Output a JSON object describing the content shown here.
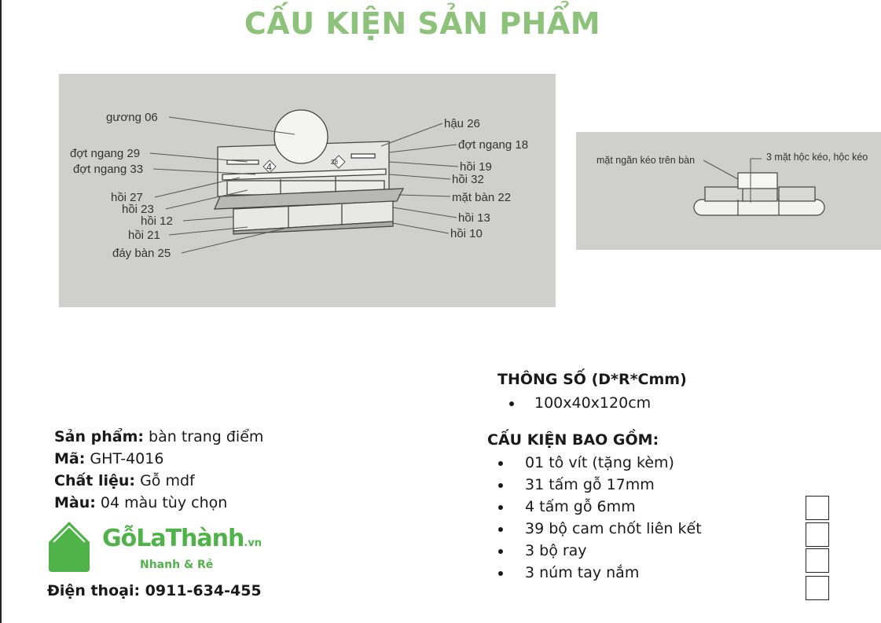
{
  "title": "CẤU KIỆN SẢN PHẨM",
  "figure_main": {
    "labels_left": [
      "gương 06",
      "đợt ngang 29",
      "đợt ngang 33",
      "hồi 27",
      "hồi 23",
      "hồi 12",
      "hồi 21",
      "đáy bàn 25"
    ],
    "labels_right": [
      "hậu 26",
      "đợt ngang 18",
      "hồi 19",
      "hồi 32",
      "mặt bàn 22",
      "hồi 13",
      "hồi 10"
    ],
    "tags": [
      "4",
      "28"
    ]
  },
  "figure_drawer": {
    "label_left": "mặt ngăn kéo trên bàn",
    "label_right": "3 mặt hộc kéo, hộc kéo"
  },
  "specs": {
    "heading": "THÔNG SỐ (D*R*Cmm)",
    "items": [
      "100x40x120cm"
    ]
  },
  "parts": {
    "heading": "CẤU KIỆN BAO GỒM:",
    "items": [
      "01 tô vít (tặng kèm)",
      "31 tấm gỗ 17mm",
      "4 tấm gỗ 6mm",
      "39 bộ cam chốt liên kết",
      "3 bộ ray",
      "3 núm tay nắm"
    ]
  },
  "info": {
    "product_label": "Sản phẩm:",
    "product_value": " bàn trang điểm",
    "code_label": "Mã:",
    "code_value": " GHT-4016",
    "material_label": "Chất liệu:",
    "material_value": " Gỗ mdf",
    "color_label": "Màu:",
    "color_value": " 04 màu tùy chọn"
  },
  "logo": {
    "brand": "GỗLaThành",
    "domain": ".vn",
    "tagline": "Nhanh & Rẻ"
  },
  "phone": "Điện thoại: 0911-634-455",
  "colors": {
    "title": "#8cc279",
    "brand": "#4fb34a",
    "figure_bg": "#cfcfcc"
  }
}
